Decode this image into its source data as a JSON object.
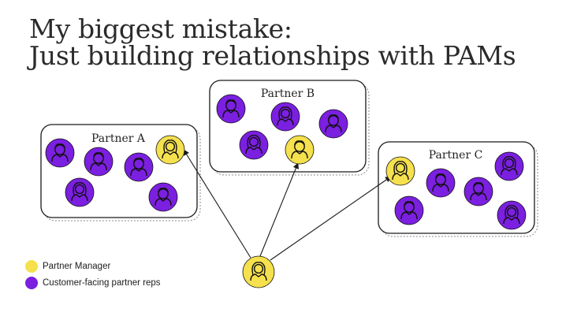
{
  "title": {
    "line1": "My biggest mistake:",
    "line2": "Just building relationships with PAMs"
  },
  "groups": {
    "a": {
      "label": "Partner A"
    },
    "b": {
      "label": "Partner B"
    },
    "c": {
      "label": "Partner C"
    }
  },
  "legend": {
    "manager_label": "Partner Manager",
    "rep_label": "Customer-facing partner reps"
  },
  "colors": {
    "manager": "#f5e04d",
    "rep": "#7b1fe0",
    "outline": "#1a1a1a"
  },
  "icons": {
    "person": "person-icon"
  }
}
